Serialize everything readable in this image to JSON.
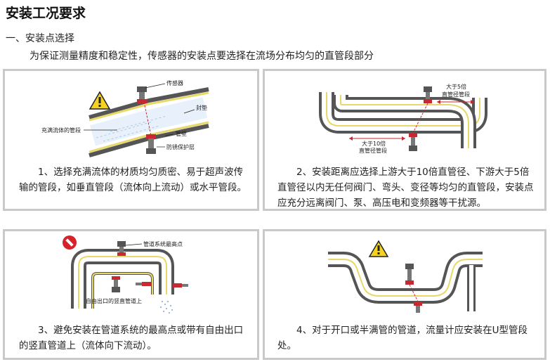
{
  "page": {
    "title": "安装工况要求",
    "section": "一、安装点选择",
    "intro": "为保证测量精度和稳定性，传感器的安装点要选择在流场分布均匀的直管段部分"
  },
  "panels": [
    {
      "caption": "1、选择充满流体的材质均匀质密、易于超声波传输的管段，如垂直管段（流体向上流动）或水平管段。",
      "labels": {
        "sensor": "传感器",
        "full_pipe": "充满流体的管段",
        "seal": "封垫",
        "pipe_wall": "管壁",
        "anticorrosion": "防锈保护层"
      },
      "icon": "warning-icon"
    },
    {
      "caption": "2、安装距离应选择上游大于10倍直管径、下游大于5倍直管径以内无任何阀门、弯头、变径等均匀的直管段，安装点应充分远离阀门、泵、高压电和变频器等干扰源。",
      "labels": {
        "downstream_1": "大于5倍",
        "downstream_2": "直管径管段",
        "upstream_1": "大于10倍",
        "upstream_2": "直管径管段"
      }
    },
    {
      "caption": "3、避免安装在管道系统的最高点或带有自由出口的竖直管道上（流体向下流动）。",
      "labels": {
        "highest_point": "管道系统最高点",
        "free_outlet": "自由出口的竖直管道上"
      },
      "icon": "prohibited-icon"
    },
    {
      "caption": "4、对于开口或半满管的管道，流量计应安装在U型管段处。",
      "labels": {},
      "icon": "warning-icon"
    }
  ],
  "colors": {
    "pipe_outer": "#555555",
    "pipe_yellow": "#e8d86a",
    "sensor_red": "#c8282f",
    "warning_yellow": "#f4d21f",
    "prohibited_red": "#d6232a",
    "panel_border": "#c9c9c9"
  }
}
